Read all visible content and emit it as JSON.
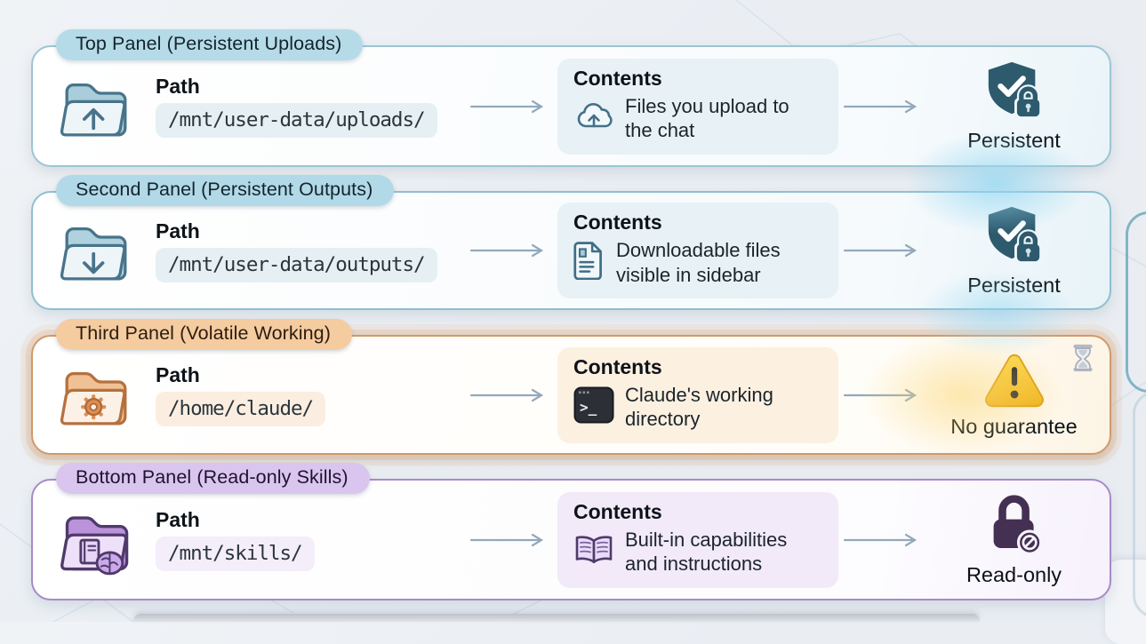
{
  "panels": [
    {
      "label": "Top Panel (Persistent Uploads)",
      "path_heading": "Path",
      "path": "/mnt/user-data/uploads/",
      "contents_heading": "Contents",
      "contents_lines": [
        "Files you upload to",
        "the chat"
      ],
      "status": "Persistent",
      "icons": {
        "folder": "folder-upload-icon",
        "contents": "cloud-upload-icon",
        "status": "shield-check-lock-icon"
      },
      "accent": "#9cc5d4"
    },
    {
      "label": "Second Panel (Persistent Outputs)",
      "path_heading": "Path",
      "path": "/mnt/user-data/outputs/",
      "contents_heading": "Contents",
      "contents_lines": [
        "Downloadable files",
        "visible in sidebar"
      ],
      "status": "Persistent",
      "icons": {
        "folder": "folder-download-icon",
        "contents": "document-icon",
        "status": "shield-check-lock-icon"
      },
      "accent": "#8fbfd1"
    },
    {
      "label": "Third Panel (Volatile Working)",
      "path_heading": "Path",
      "path": "/home/claude/",
      "contents_heading": "Contents",
      "contents_lines": [
        "Claude's working",
        "directory"
      ],
      "status": "No guarantee",
      "icons": {
        "folder": "folder-gear-icon",
        "contents": "terminal-icon",
        "status": "warning-triangle-icon",
        "corner": "hourglass-icon"
      },
      "accent": "#cf9a6b"
    },
    {
      "label": "Bottom Panel (Read-only Skills)",
      "path_heading": "Path",
      "path": "/mnt/skills/",
      "contents_heading": "Contents",
      "contents_lines": [
        "Built-in capabilities",
        "and instructions"
      ],
      "status": "Read-only",
      "icons": {
        "folder": "folder-book-brain-icon",
        "contents": "open-book-icon",
        "status": "lock-no-icon"
      },
      "accent": "#a78bc5"
    }
  ],
  "colors": {
    "shield_teal": "#2e5a6d",
    "warning_yellow": "#f2bd27",
    "lock_purple": "#443053",
    "arrow_grey": "#93a9ba",
    "background": "#edf0f4"
  }
}
